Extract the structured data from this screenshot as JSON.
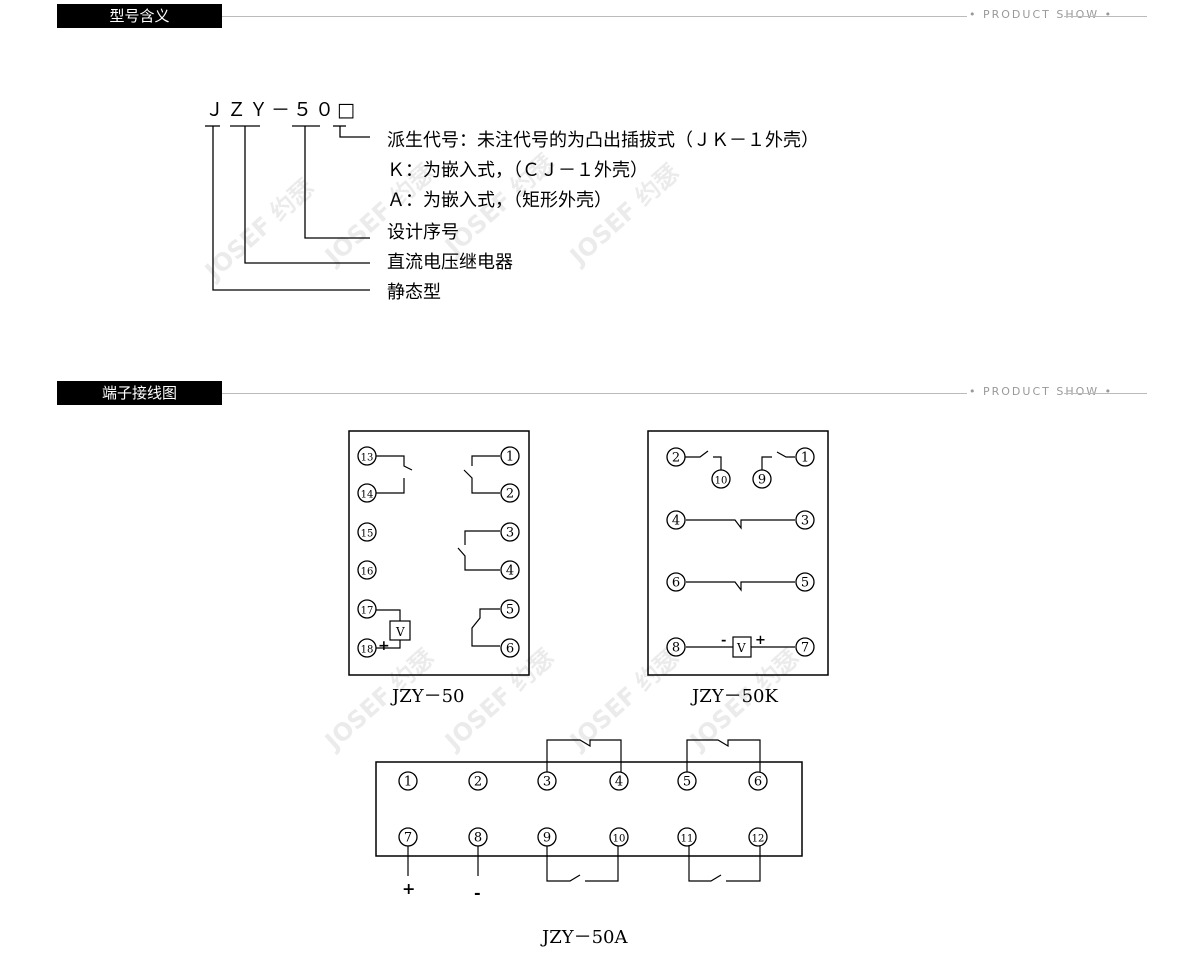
{
  "sections": [
    {
      "title": "型号含义",
      "tagline": "PRODUCT SHOW"
    },
    {
      "title": "端子接线图",
      "tagline": "PRODUCT SHOW"
    }
  ],
  "model": {
    "code": "ＪＺＹ－５０□",
    "lines": [
      "派生代号：未注代号的为凸出插拔式（ＪＫ－１外壳）",
      "Ｋ：为嵌入式，（ＣＪ－１外壳）",
      "Ａ：为嵌入式，（矩形外壳）",
      "设计序号",
      "直流电压继电器",
      "静态型"
    ]
  },
  "diagrams": {
    "a": {
      "caption": "JZY－50",
      "left_pins": [
        "13",
        "14",
        "15",
        "16",
        "17",
        "18"
      ],
      "right_pins": [
        "1",
        "2",
        "3",
        "4",
        "5",
        "6"
      ],
      "device_label": "V",
      "polarity": [
        "+"
      ]
    },
    "b": {
      "caption": "JZY－50K",
      "pins": [
        "2",
        "10",
        "9",
        "1",
        "4",
        "3",
        "6",
        "5",
        "8",
        "7"
      ],
      "device_label": "V",
      "polarity": [
        "-",
        "+"
      ]
    },
    "c": {
      "caption": "JZY－50A",
      "top_pins": [
        "1",
        "2",
        "3",
        "4",
        "5",
        "6"
      ],
      "bottom_pins": [
        "7",
        "8",
        "9",
        "10",
        "11",
        "12"
      ],
      "polarity": [
        "+",
        "-"
      ]
    }
  },
  "watermark": "JOSEF 约瑟"
}
